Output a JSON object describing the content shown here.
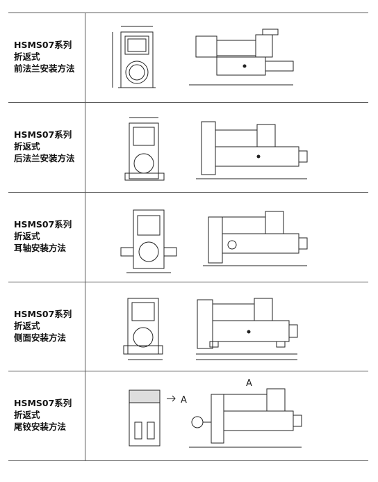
{
  "rows": [
    {
      "series": "HSMS07系列",
      "type": "折返式",
      "method": "前法兰安装方法"
    },
    {
      "series": "HSMS07系列",
      "type": "折返式",
      "method": "后法兰安装方法"
    },
    {
      "series": "HSMS07系列",
      "type": "折返式",
      "method": "耳轴安装方法"
    },
    {
      "series": "HSMS07系列",
      "type": "折返式",
      "method": "侧面安装方法"
    },
    {
      "series": "HSMS07系列",
      "type": "折返式",
      "method": "尾铰安装方法"
    }
  ],
  "view_label": "A"
}
